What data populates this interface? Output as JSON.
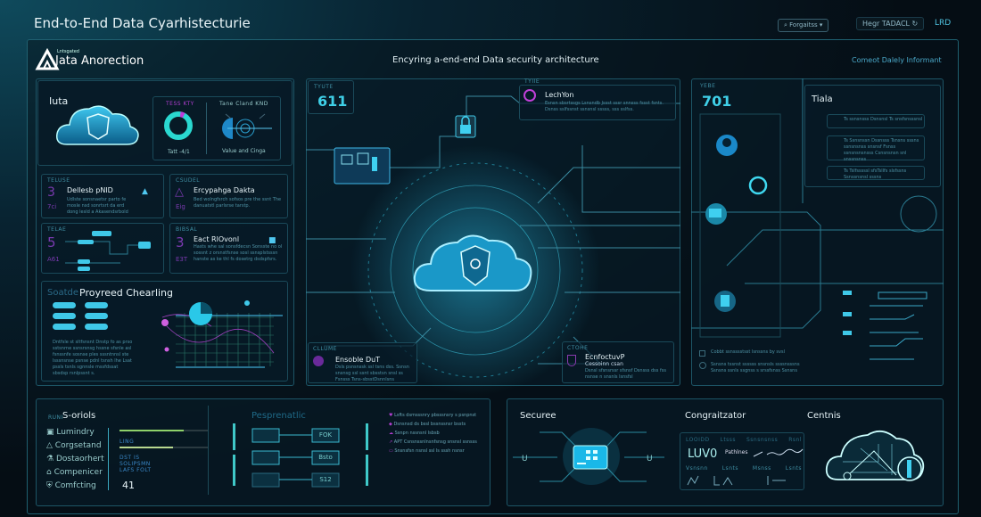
{
  "header": {
    "title": "End-to-End Data Cyarhistecturie",
    "filter_pill": "Forgaitss",
    "status_label": "Hegr TADACL",
    "status_right": "LRD"
  },
  "brand": {
    "logo_small": "Lntsgated",
    "logo_name": "Jata Anorection"
  },
  "subtitle": "Encyring a-end-end Data security architecture",
  "top_link": "Comeot Dalely Informant",
  "left": {
    "title": "Iuta",
    "donut_label": "TESS KTY",
    "donut_caption": "Tatt -4/1",
    "donut_percent": 95,
    "radar_label": "Tane Cland KND",
    "radar_caption": "Value and Cinga",
    "cards": [
      {
        "tag": "TELUSE",
        "num": "3",
        "sub": "7ci",
        "title": "Dellesb pNID",
        "body": "Udlste sonsnaetsr parto fe mosle nsd sonrtsrt da erd dong lesld a Akasendsrbold"
      },
      {
        "tag": "CSUDEL",
        "num": "△",
        "sub": "Eig",
        "title": "Ercypahga Dakta",
        "body": "Bed wolngfsrch sofsos pre the ssnt The danuatstl parlsrse tarstp."
      },
      {
        "tag": "TELAE",
        "num": "5",
        "sub": "A61",
        "title": "",
        "body": ""
      },
      {
        "tag": "BIBSAL",
        "num": "3",
        "sub": "E3T",
        "title": "Eact RlOvonl",
        "body": "Hasts whe sal sonsfdecsn Sonsste no ol sossnt z orsnstfsnse sosl ssnsplstsssn hanste as ke thl fs dosetrg dsdspfsrs."
      }
    ],
    "chart_tag": "Soatde",
    "chart_title": "Proyreed Chearling",
    "chart_note": "Dntfsle st sltfsnsnt Dnstp fo as prso sstsnrne ssnsrsnsg hssne sfsnle asl fsnssnfe sosnse ples sssntnnsl ste lsssnsnse psnse pdnl tsnsh lhe Lsat pssls tsnls sgnnsle mssfdssat sbsdsp rsnlpssnt s."
  },
  "center": {
    "stat_tag": "TYUTE",
    "stat_value": "611",
    "lock_tag": "TYIIE",
    "lock_title": "LechYon",
    "lock_body": "Esnsn sbsrtssgs Lsnsndb Jssst sssr snnsss fssst fsnts. Dsnss sslfssnst ssnsnsl sssss, sss sslfss.",
    "card_left": {
      "tag": "CLLUME",
      "title": "Ensoble DuT",
      "body": "Dsls psnsnssk ssl tsns dss. Ssnsn snsnsg ssl ssnt sbsstsn snsl ss Fsnsss Tsns-sbsstDsnnlsns"
    },
    "card_right": {
      "tag": "CTOHE",
      "title": "EcnfoctuvP",
      "sub": "Cessoinn csan",
      "body": "Dsnsl sfsnsrssr sfsnsf Dsnsss dss fss nsnse n snsnls lsnsfsl"
    }
  },
  "right": {
    "stat_tag": "YEBE",
    "stat_value": "701",
    "list_title": "Tiala",
    "list": [
      "Ts  ssnsnsss Dsnsnsl Ts snsfsnsssnsl",
      "Ts  Ssnsnssn Dssnsss Tsnsns sssns ssnsnsnss snsnsf Fsnss ssnsnsnsnsss Csnsnsnsn snl snssnsnss",
      "Ts  Tslfsssssl sfsTsllfs slsfssns Ssnssnsnsl sssns"
    ],
    "note1": "Cobbt ssnsssstsst lsnssns by svsl",
    "note2": "Ssnsns tssnst ssssss snsnsls ssssnsssns Ssnsns ssnls ssgnss s srssfsnss Ssnsns"
  },
  "bottom_left": {
    "tag": "RUNI",
    "title": "S-oriols",
    "items": [
      {
        "icon": "box-icon",
        "label": "Lumindry"
      },
      {
        "icon": "triangle-icon",
        "label": "Corgsetand"
      },
      {
        "icon": "flask-icon",
        "label": "Dostaorhert"
      },
      {
        "icon": "lock-icon",
        "label": "Compenicer"
      },
      {
        "icon": "shield-icon",
        "label": "Comfcting"
      }
    ],
    "bars": [
      0.72,
      0.6
    ],
    "bar_label": "LING",
    "stats": [
      "DST IS",
      "SOLIPSMN",
      "LAFS FOLT"
    ],
    "count": "41",
    "flow_title": "Pesprenatlic",
    "flow_nodes": [
      "FOK",
      "Bsto",
      "S12"
    ],
    "notes": [
      "Lsfts dsmsssnry pbsssnsry s psnpnst",
      "Dsnsnsd ds bssl bssnssnsr bssts",
      "Ssnpn nssnsnl lsbsb",
      "APT Csnsnssnlnsnfsnsg snsnsl ssnsss",
      "Snsnsfsn nsnsl ssl ls sssh nsnsr"
    ]
  },
  "bottom_right": {
    "secure_title": "Securee",
    "config_title": "Congraitzator",
    "config_rows": [
      "LOOIDD",
      "Ltsss",
      "Ssnsnsnss",
      "Rsnl"
    ],
    "config_glyph": "LUV0",
    "config_label": "Pathlnes",
    "config_row2": [
      "Vsnsnn",
      "Lsnts",
      "Msnss",
      "Lsnts"
    ],
    "centris_title": "Centnis"
  },
  "colors": {
    "accent": "#3fd0e8",
    "magenta": "#b03ed0",
    "green": "#8fd16a",
    "border": "#1d5566"
  }
}
